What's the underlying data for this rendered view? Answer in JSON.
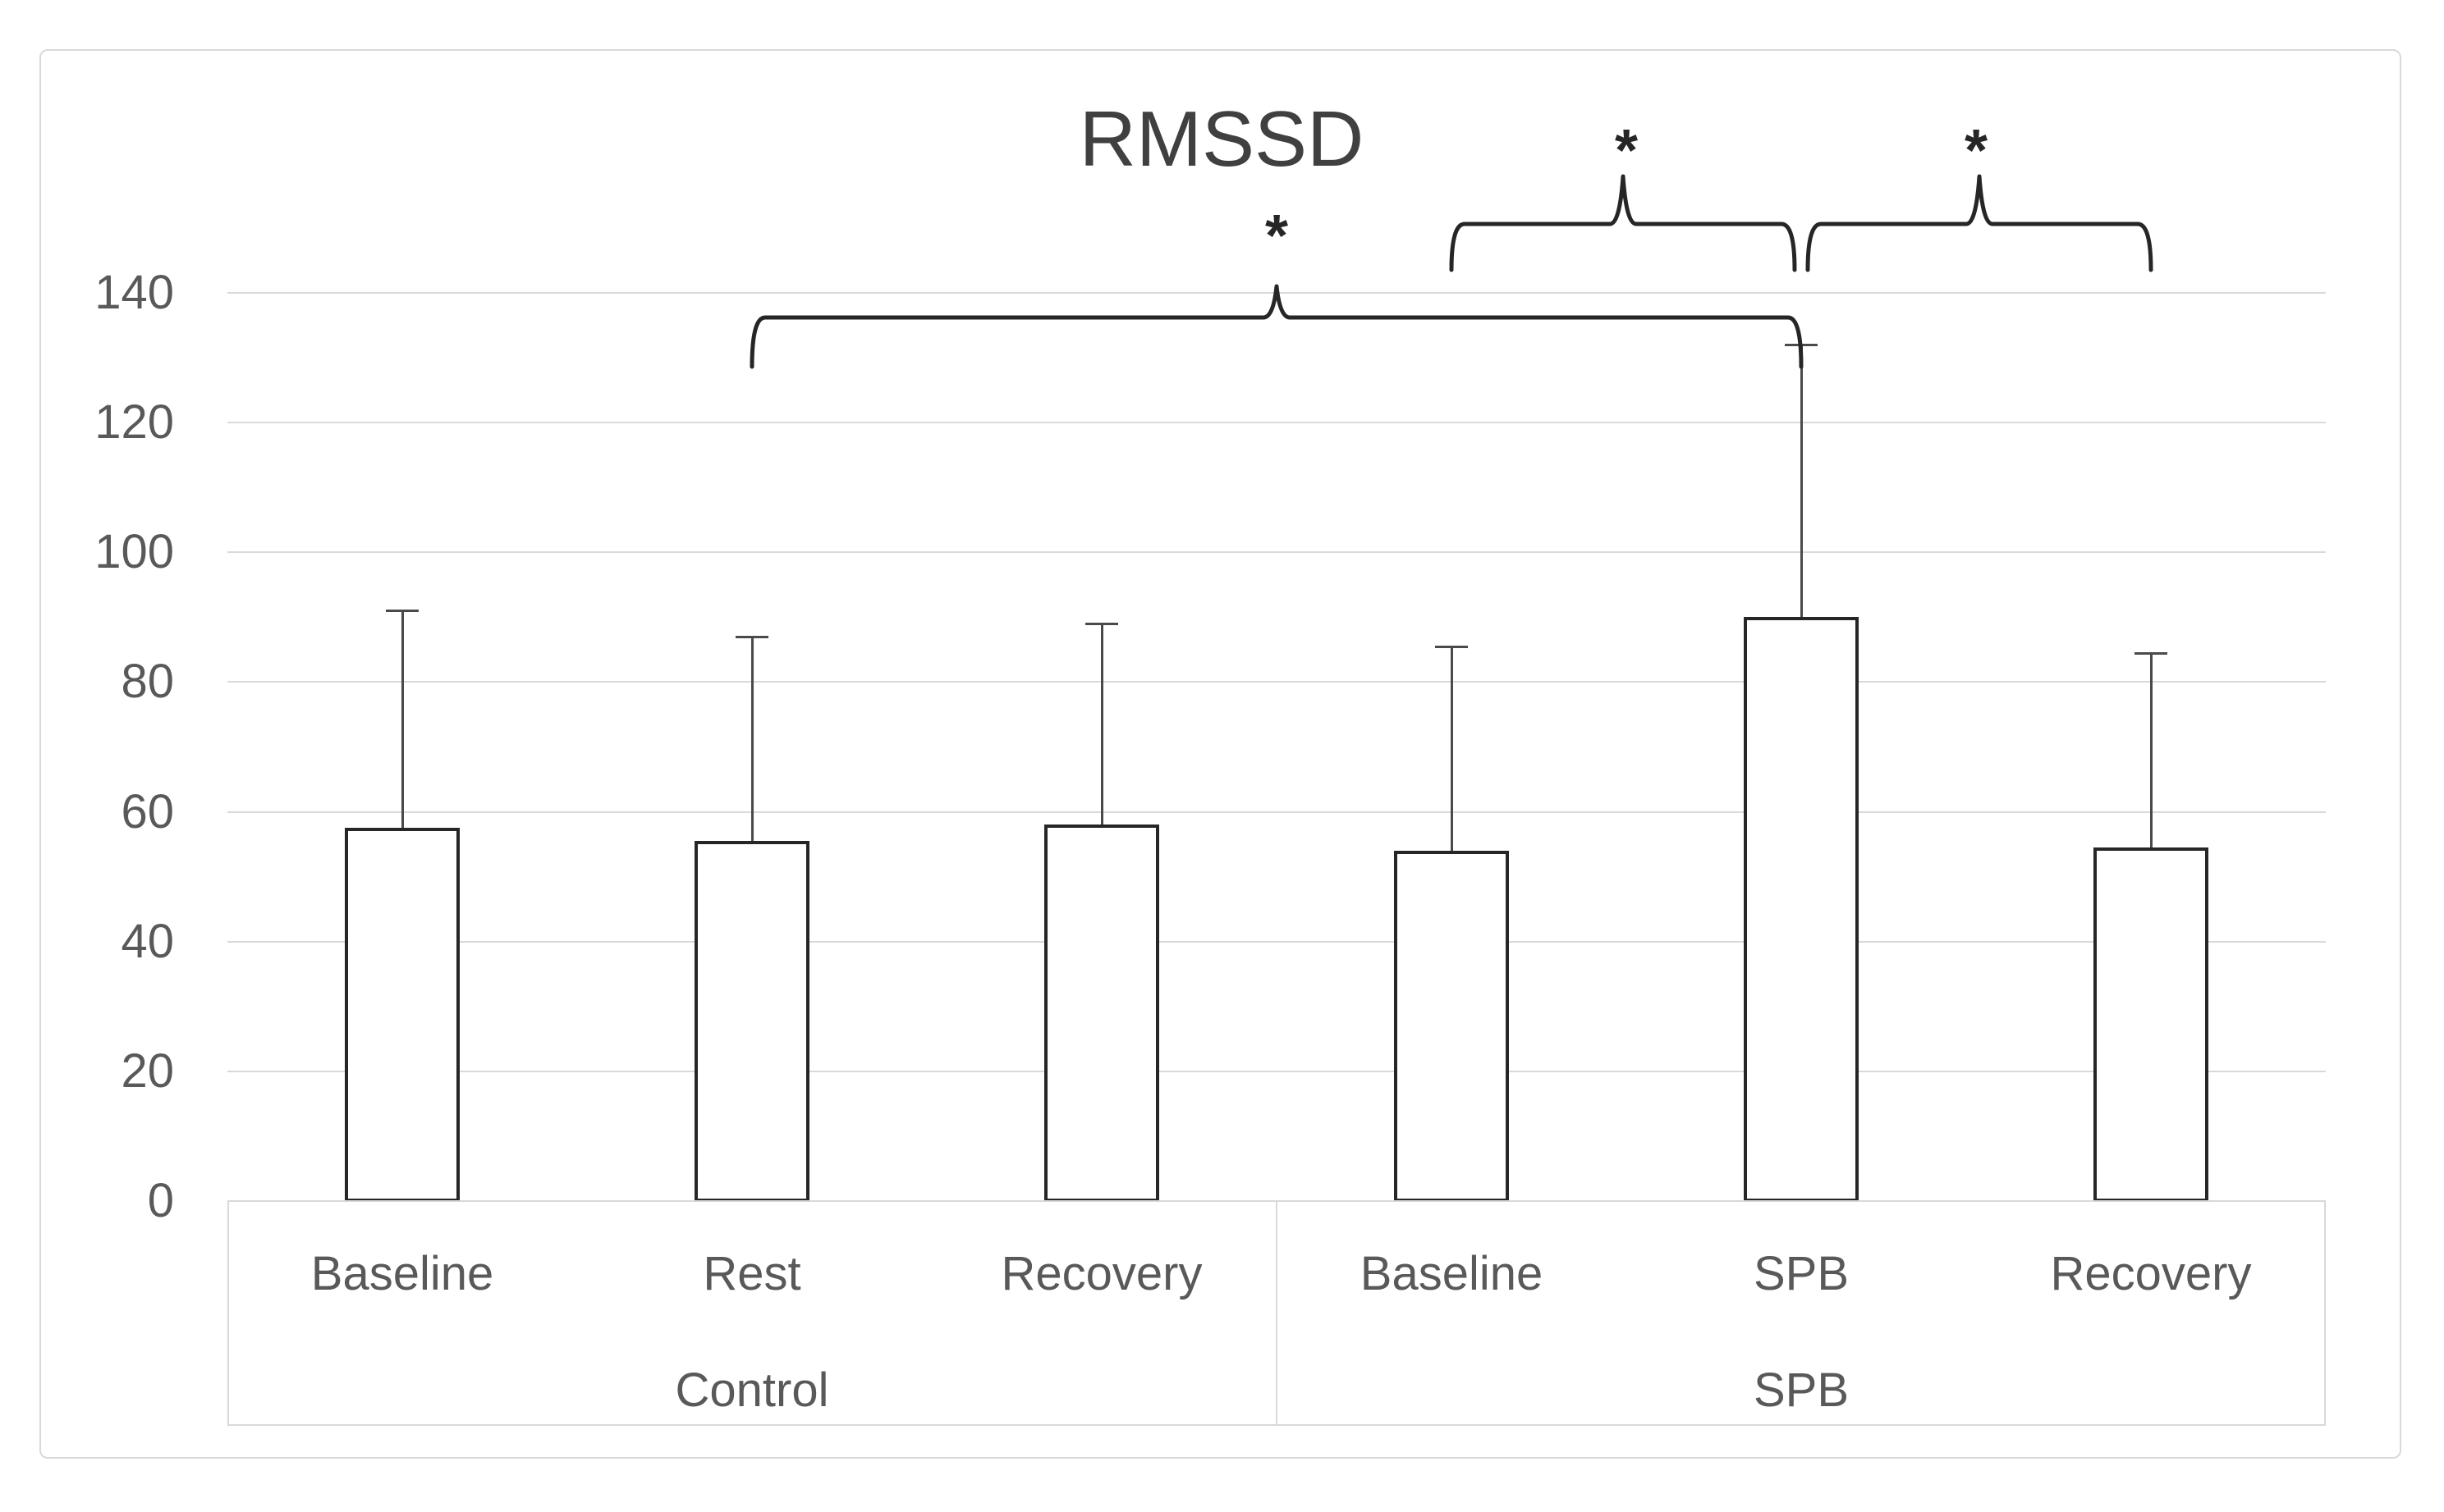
{
  "figure": {
    "background": "#ffffff",
    "border_color": "#d9d9d9"
  },
  "chart_data": {
    "type": "bar",
    "title": "RMSSD",
    "title_color": "#404040",
    "xlabel": "",
    "ylabel": "",
    "ylim": [
      0,
      140
    ],
    "ytick_step": 20,
    "yticks": [
      "0",
      "20",
      "40",
      "60",
      "80",
      "100",
      "120",
      "140"
    ],
    "grid": true,
    "gridline_color": "#d9d9d9",
    "axis_text_color": "#595959",
    "bar_fill": "#ffffff",
    "bar_border_color": "#262626",
    "error_bar_color": "#4a4a4a",
    "legend": "none",
    "groups": [
      {
        "label": "Control",
        "categories": [
          "Baseline",
          "Rest",
          "Recovery"
        ],
        "values": [
          57.5,
          55.5,
          58
        ],
        "error_bar_tops": [
          91,
          87,
          89
        ]
      },
      {
        "label": "SPB",
        "categories": [
          "Baseline",
          "SPB",
          "Recovery"
        ],
        "values": [
          54,
          90,
          54.5
        ],
        "error_bar_tops": [
          85.5,
          132,
          84.5
        ]
      }
    ],
    "significance_markers": [
      {
        "symbol": "*",
        "from": "Control.Rest",
        "to": "SPB.SPB"
      },
      {
        "symbol": "*",
        "from": "SPB.Baseline",
        "to": "SPB.SPB"
      },
      {
        "symbol": "*",
        "from": "SPB.SPB",
        "to": "SPB.Recovery"
      }
    ]
  }
}
